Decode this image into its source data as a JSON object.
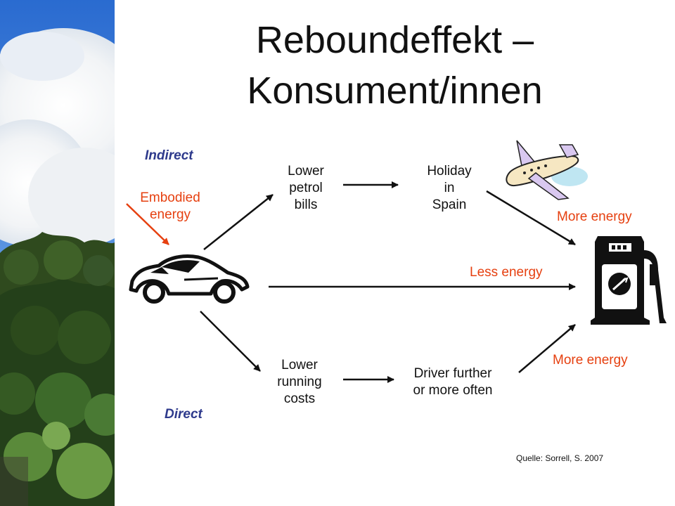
{
  "title": {
    "line1": "Reboundeffekt –",
    "line2": "Konsument/innen"
  },
  "labels": {
    "indirect": "Indirect",
    "direct": "Direct",
    "embodied": [
      "Embodied",
      "energy"
    ],
    "lower_petrol": [
      "Lower",
      "petrol",
      "bills"
    ],
    "holiday": [
      "Holiday",
      "in",
      "Spain"
    ],
    "lower_running": [
      "Lower",
      "running",
      "costs"
    ],
    "driver": [
      "Driver further",
      "or more often"
    ],
    "more_energy_top": "More energy",
    "less_energy": "Less energy",
    "more_energy_bottom": "More energy"
  },
  "source": "Quelle: Sorrell, S. 2007",
  "colors": {
    "blue": "#2e3a8c",
    "red": "#e64010",
    "sky": "#2d6fd2"
  },
  "icons": [
    "car-icon",
    "airplane-icon",
    "fuel-pump-icon"
  ]
}
